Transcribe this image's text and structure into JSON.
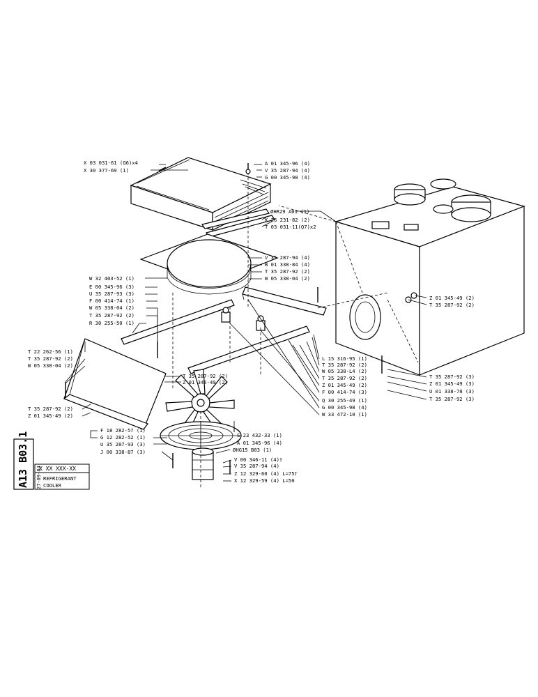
{
  "labels": {
    "l1": "X 03 031-61 (Q6)x4",
    "l2": "X 30 377-69 (1)",
    "l3": "A 01 345-96 (4)",
    "l4": "V 35 287-94 (4)",
    "l5": "G 00 345-98 (4)",
    "l6": "ØHR29 A01 (1)",
    "l7": "K 26 231-82 (2)",
    "l8": "T 03 031-11(Q7)x2",
    "l9": "V 35 287-94 (4)",
    "l10": "B 01 338-84 (4)",
    "l11": "T 35 287-92 (2)",
    "l12": "W 05 338-04 (2)",
    "l13": "W 32 403-52 (1)",
    "l14": "E 00 345-96 (3)",
    "l15": "U 35 287-93 (3)",
    "l16": "F 00 414-74 (1)",
    "l17": "W 05 338-04 (2)",
    "l18": "T 35 287-92 (2)",
    "l19": "R 30 255-50 (1)",
    "l20": "Z 01 345-49 (2)",
    "l21": "T 35 287-92 (2)",
    "l22": "T 22 262-56 (1)",
    "l23": "T 35 287-92 (2)",
    "l24": "W 05 338-04 (2)",
    "l25": "T 35 287-92 (2)",
    "l26": "Z 01 345-49 (2)",
    "l27": "T 35 287-92 (2)",
    "l28": "Z 01 345-49 (2)",
    "l29": "L 15 316-95 (1)",
    "l30": "T 35 287-92 (2)",
    "l31": "W 05 338-L4 (2)",
    "l32": "T 35 287-92 (2)",
    "l33": "Z 01 345-49 (2)",
    "l34": "F 00 414-74 (3)",
    "l35": "Q 30 255-49 (1)",
    "l36": "G 00 345-98 (4)",
    "l37": "W 33 472-10 (1)",
    "l38": "T 35 287-92 (3)",
    "l39": "Z 01 345-49 (3)",
    "l40": "U 01 338-78 (3)",
    "l41": "T 35 287-92 (3)",
    "l42": "F 18 282-57 (1)",
    "l43": "G 12 282-52 (1)",
    "l44": "U 35 287-93 (3)",
    "l45": "J 00 338-87 (3)",
    "l46": "S 23 432-33 (1)",
    "l47": "A 01 345-96 (4)",
    "l48": "ØHG15 B03 (1)",
    "l49": "V 00 346-11 (4)†",
    "l50": "V 35 287-94 (4)",
    "l51": "Z 12 329-60 (4) L=75†",
    "l52": "X 12 329-59 (4) L=50"
  },
  "titleblock": {
    "code": "A13 B03.1",
    "partno": "X XX XXX-XX",
    "date": "27-09-84",
    "name1": "REFRIGERANT",
    "name2": "COOLER"
  }
}
